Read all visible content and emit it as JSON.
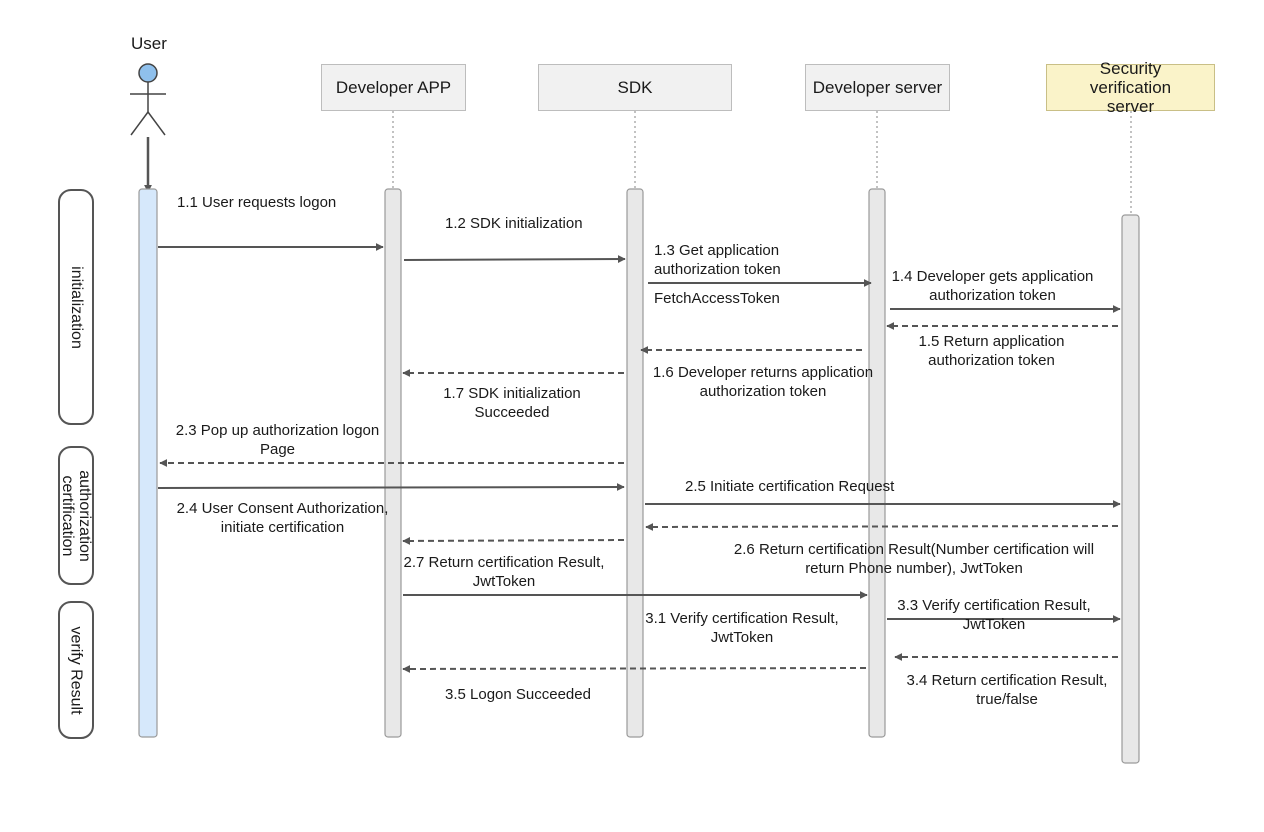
{
  "participants": [
    {
      "id": "user",
      "label": "User"
    },
    {
      "id": "app",
      "label": "Developer APP"
    },
    {
      "id": "sdk",
      "label": "SDK"
    },
    {
      "id": "dev",
      "label": "Developer server"
    },
    {
      "id": "sec",
      "label": "Security verification server",
      "highlight": "#faf3c9"
    }
  ],
  "phases": [
    {
      "id": "init",
      "label": "initialization"
    },
    {
      "id": "auth",
      "label": "authorization certification"
    },
    {
      "id": "verify",
      "label": "verify Result"
    }
  ],
  "messages": [
    {
      "id": "m1_1",
      "from": "user",
      "to": "app",
      "style": "solid",
      "label": "1.1 User requests logon"
    },
    {
      "id": "m1_2",
      "from": "app",
      "to": "sdk",
      "style": "solid",
      "label": "1.2 SDK initialization"
    },
    {
      "id": "m1_3",
      "from": "sdk",
      "to": "dev",
      "style": "solid",
      "label": "1.3 Get application authorization token",
      "note": "FetchAccessToken"
    },
    {
      "id": "m1_4",
      "from": "dev",
      "to": "sec",
      "style": "solid",
      "label": "1.4 Developer gets application authorization token"
    },
    {
      "id": "m1_5",
      "from": "sec",
      "to": "dev",
      "style": "dashed",
      "label": "1.5 Return application authorization token"
    },
    {
      "id": "m1_6",
      "from": "dev",
      "to": "sdk",
      "style": "dashed",
      "label": "1.6 Developer returns application authorization token"
    },
    {
      "id": "m1_7",
      "from": "sdk",
      "to": "app",
      "style": "dashed",
      "label": "1.7 SDK initialization Succeeded"
    },
    {
      "id": "m2_3",
      "from": "sdk",
      "to": "user",
      "style": "dashed",
      "label": "2.3 Pop up authorization logon Page"
    },
    {
      "id": "m2_4",
      "from": "user",
      "to": "sdk",
      "style": "solid",
      "label": "2.4 User Consent Authorization, initiate certification"
    },
    {
      "id": "m2_5",
      "from": "sdk",
      "to": "sec",
      "style": "solid",
      "label": "2.5 Initiate certification Request"
    },
    {
      "id": "m2_6",
      "from": "sec",
      "to": "sdk",
      "style": "dashed",
      "label": "2.6 Return certification Result(Number certification will return Phone number), JwtToken"
    },
    {
      "id": "m2_7",
      "from": "sdk",
      "to": "app",
      "style": "dashed",
      "label": "2.7 Return certification Result, JwtToken"
    },
    {
      "id": "m3_1",
      "from": "app",
      "to": "dev",
      "style": "solid",
      "label": "3.1 Verify certification Result, JwtToken"
    },
    {
      "id": "m3_3",
      "from": "dev",
      "to": "sec",
      "style": "solid",
      "label": "3.3 Verify certification Result, JwtToken"
    },
    {
      "id": "m3_4",
      "from": "sec",
      "to": "dev",
      "style": "dashed",
      "label": "3.4 Return certification Result, true/false"
    },
    {
      "id": "m3_5",
      "from": "dev",
      "to": "app",
      "style": "dashed",
      "label": "3.5 Logon Succeeded"
    }
  ],
  "colors": {
    "arrow": "#555555",
    "lifeline": "#999999",
    "participant_fill": "#f1f1f1",
    "activation_fill": "#e8e8e8",
    "user_activation_fill": "#d6e8fb",
    "actor_head": "#8fc0ec"
  }
}
